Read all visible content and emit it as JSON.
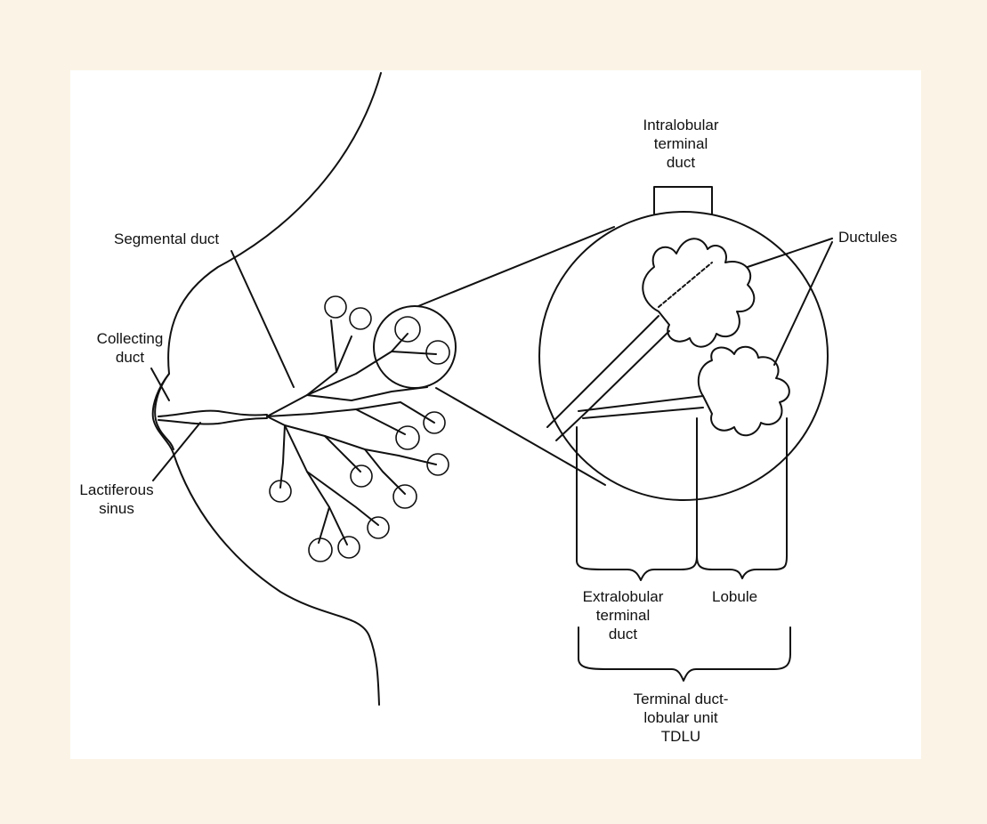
{
  "labels": {
    "segmental_duct": "Segmental duct",
    "collecting_duct": [
      "Collecting",
      "duct"
    ],
    "lactiferous_sinus": [
      "Lactiferous",
      "sinus"
    ],
    "intralobular_terminal_duct": [
      "Intralobular",
      "terminal",
      "duct"
    ],
    "ductules": "Ductules",
    "lobule": "Lobule",
    "extralobular_terminal_duct": [
      "Extralobular",
      "terminal",
      "duct"
    ],
    "tdlu": [
      "Terminal duct-",
      "lobular unit",
      "TDLU"
    ]
  },
  "colors": {
    "page_background": "#fbf4e6",
    "panel_background": "#ffffff",
    "ink": "#111111"
  }
}
